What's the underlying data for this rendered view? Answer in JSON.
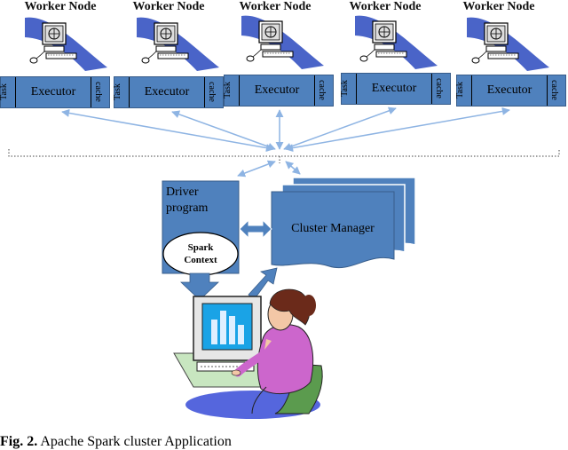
{
  "worker_nodes": [
    {
      "title": "Worker Node",
      "task_label": "Task",
      "executor_label": "Executor",
      "cache_label": "cache"
    },
    {
      "title": "Worker Node",
      "task_label": "Task",
      "executor_label": "Executor",
      "cache_label": "cache"
    },
    {
      "title": "Worker Node",
      "task_label": "Task",
      "executor_label": "Executor",
      "cache_label": "cache"
    },
    {
      "title": "Worker Node",
      "task_label": "Task",
      "executor_label": "Executor",
      "cache_label": "cache"
    },
    {
      "title": "Worker Node",
      "task_label": "Task",
      "executor_label": "Executor",
      "cache_label": "cache"
    }
  ],
  "driver": {
    "label_line1": "Driver",
    "label_line2": "program",
    "context_line1": "Spark",
    "context_line2": "Context"
  },
  "cluster_manager": {
    "label": "Cluster Manager"
  },
  "caption": {
    "prefix": "Fig. 2.",
    "text": " Apache Spark cluster Application"
  },
  "colors": {
    "box_fill": "#4f81bd",
    "box_stroke": "#385d8a",
    "arrow": "#8eb4e3",
    "swoosh": "#4a64c8",
    "sweater": "#cc66cc",
    "hair": "#6b2a1a",
    "chair": "#5b9b4e",
    "desk": "#c8e6c0",
    "floor": "#5566dd"
  }
}
